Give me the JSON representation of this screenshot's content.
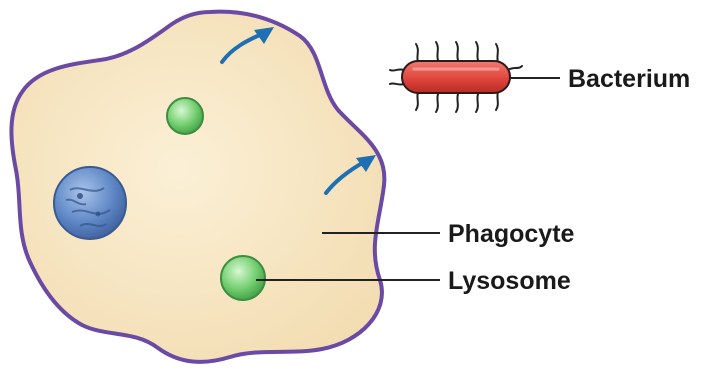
{
  "labels": {
    "bacterium": "Bacterium",
    "phagocyte": "Phagocyte",
    "lysosome": "Lysosome"
  },
  "colors": {
    "cell_fill": "#f6e3bf",
    "cell_outline": "#6a4aa5",
    "bacterium_body": "#e0453c",
    "nucleus": "#5b84c4",
    "lysosome": "#6fcf6c",
    "arrow": "#1f6fb3",
    "leader_line": "#222222"
  },
  "icons": {
    "movement": "curved-arrow-icon"
  }
}
